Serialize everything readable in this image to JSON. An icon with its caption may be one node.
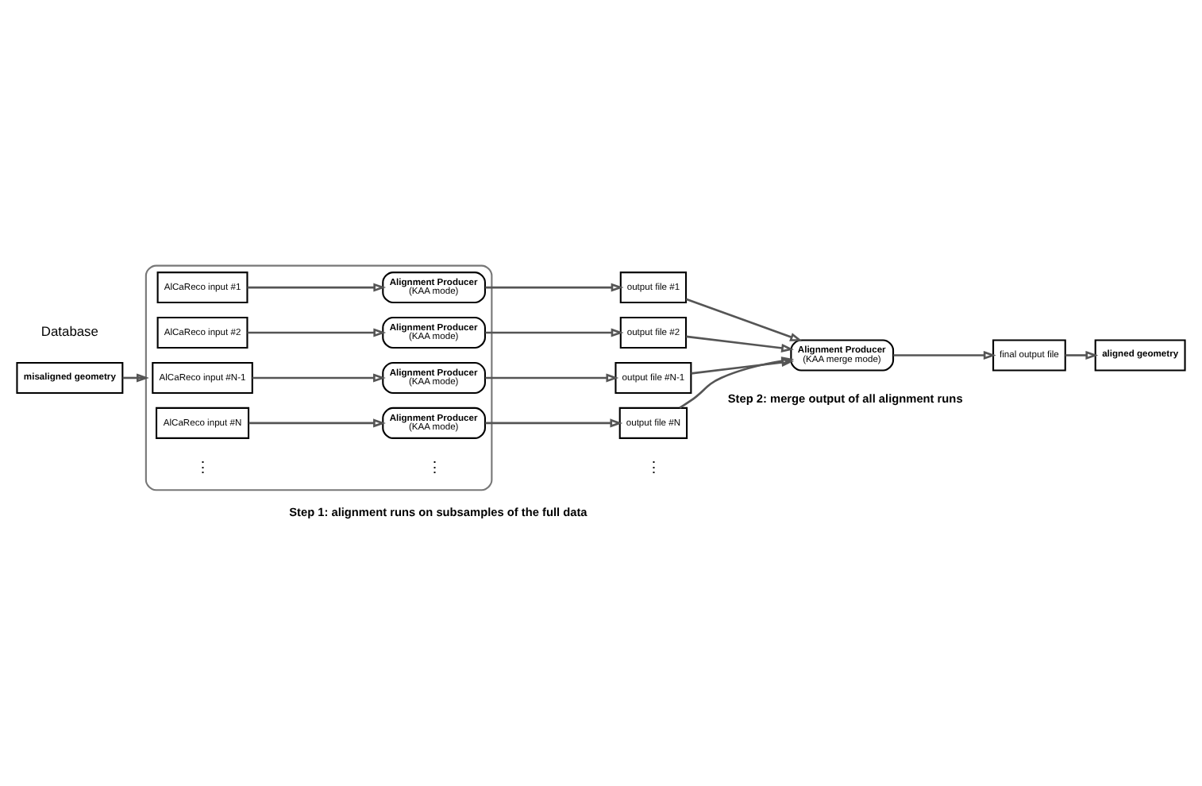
{
  "diagram": {
    "nodes": [
      {
        "text": [],
        "shape": "box"
      },
      {
        "text": [
          "AlCaReco input #1"
        ],
        "in": 0
      },
      {
        "text": [
          "Alignment Producer",
          "(KAA mode)"
        ],
        "in": 0
      },
      {
        "text": [
          "output file #1"
        ]
      },
      {
        "text": [
          "AlCaReco input #2"
        ],
        "in": 0
      },
      {
        "text": [
          "Alignment Producer",
          "(KAA mode)"
        ],
        "in": 0
      },
      {
        "text": [
          "output file #2"
        ]
      },
      {
        "text": [
          "AlCaReco input #N-1"
        ],
        "in": 0
      },
      {
        "text": [
          "Alignment Producer",
          "(KAA mode)"
        ],
        "in": 0
      },
      {
        "text": [
          "output file #N-1"
        ]
      },
      {
        "text": [
          "AlCaReco input #N"
        ],
        "in": 0
      },
      {
        "text": [
          "Alignment Producer",
          "(KAA mode)"
        ],
        "in": 0
      },
      {
        "text": [
          "output file #N"
        ]
      },
      {
        "text": [
          "Alignment Producer",
          "(KAA merge mode)"
        ]
      },
      {
        "text": [
          "final output file"
        ]
      },
      {
        "text": [
          "misaligned geometry"
        ]
      },
      {
        "text": [
          "aligned geometry"
        ]
      }
    ],
    "edges": [
      {
        "from": 1,
        "to": 2,
        "arrow": "to"
      },
      {
        "from": 2,
        "to": 3,
        "arrow": "to"
      },
      {
        "from": 4,
        "to": 5,
        "arrow": "to"
      },
      {
        "from": 5,
        "to": 6,
        "arrow": "to"
      },
      {
        "from": 7,
        "to": 8,
        "arrow": "to"
      },
      {
        "from": 8,
        "to": 9,
        "arrow": "to"
      },
      {
        "from": 10,
        "to": 11,
        "arrow": "to"
      },
      {
        "from": 11,
        "to": 12,
        "arrow": "to"
      },
      {
        "from": 3,
        "to": 13,
        "arrow": "to"
      },
      {
        "from": 6,
        "to": 13,
        "arrow": "to"
      },
      {
        "from": 9,
        "to": 13,
        "arrow": "to"
      },
      {
        "from": 12,
        "to": 13,
        "arrow": "to"
      },
      {
        "from": 13,
        "to": 14,
        "arrow": "to"
      },
      {
        "from": 14,
        "to": 16,
        "arrow": "to"
      },
      {
        "from": 15,
        "to": 0,
        "arrow": "to"
      }
    ],
    "labels": [
      "Step 1: alignment runs on subsamples of the full data",
      "Step 2: merge output of all alignment runs",
      "⋮",
      "⋮",
      "⋮",
      "Database"
    ]
  }
}
